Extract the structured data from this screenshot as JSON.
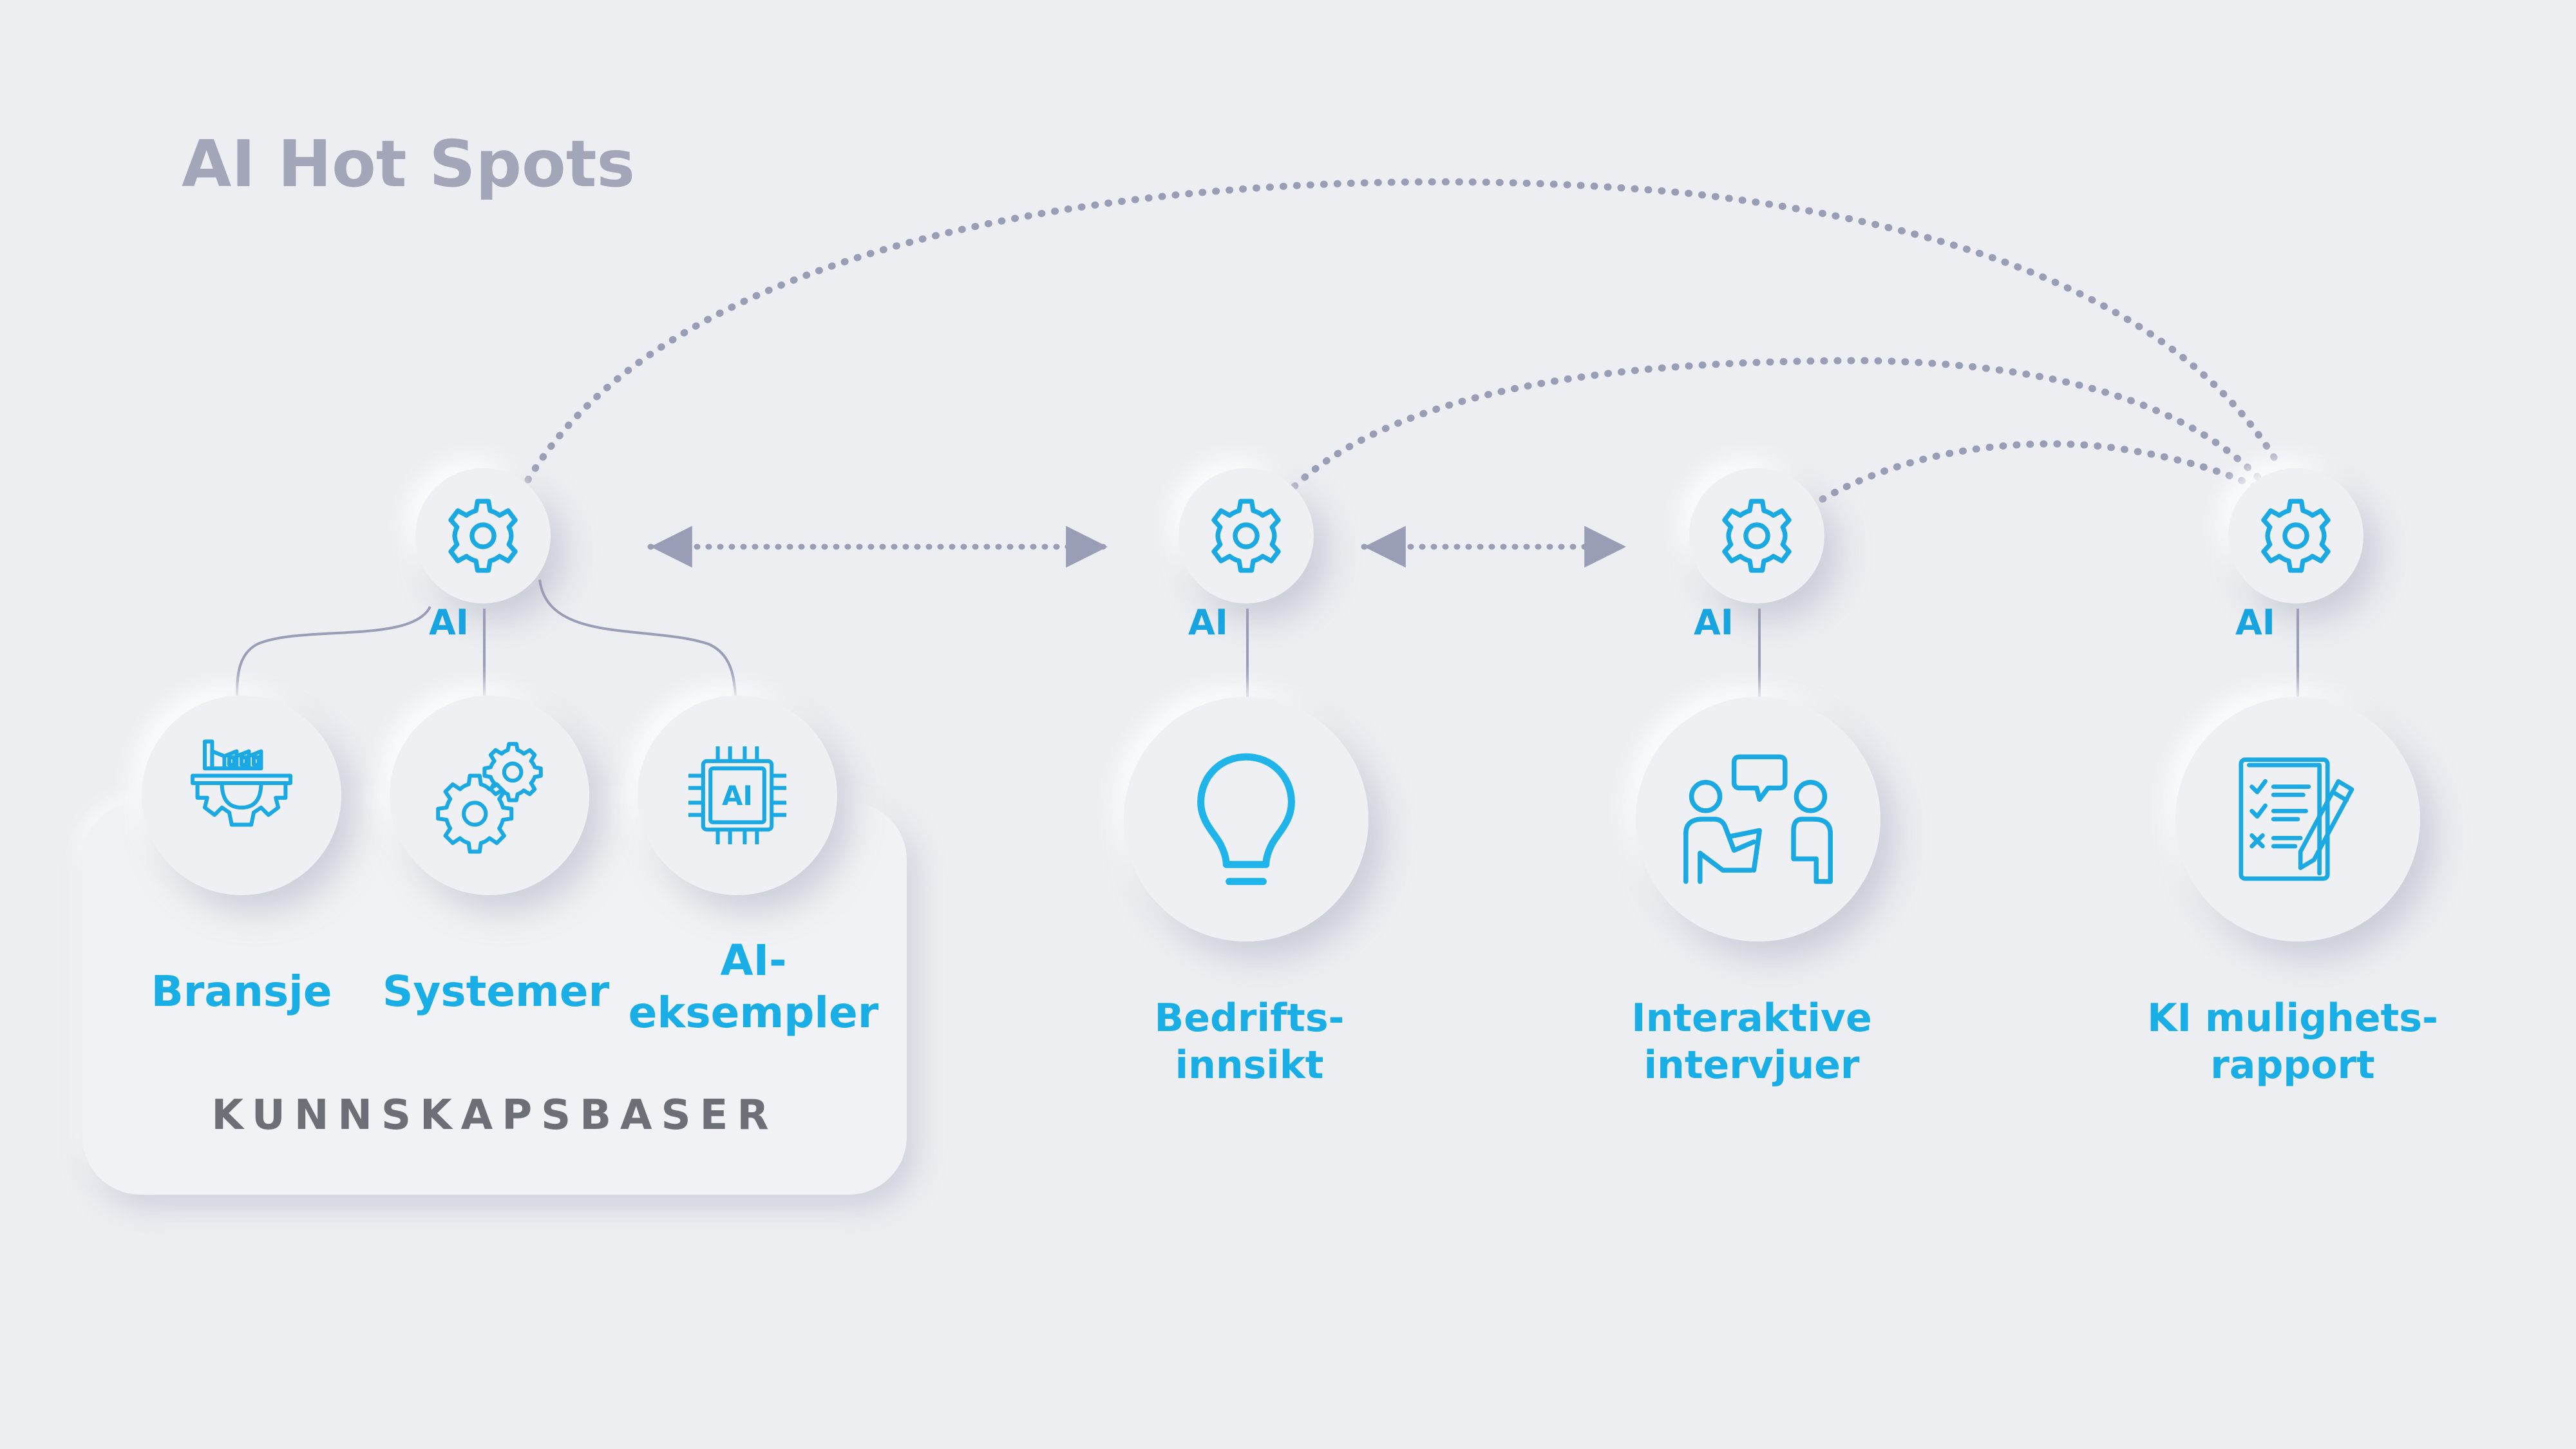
{
  "title": "AI Hot Spots",
  "colors": {
    "accent": "#19aee6",
    "connector": "#9a9db6",
    "background": "#eceef2"
  },
  "ai_tag": "AI",
  "knowledge_base": {
    "label": "KUNNSKAPSBASER",
    "items": [
      {
        "label": "Bransje",
        "icon": "factory-gear-icon"
      },
      {
        "label": "Systemer",
        "icon": "gears-icon"
      },
      {
        "label_line1": "AI-",
        "label_line2": "eksempler",
        "icon": "ai-chip-icon"
      }
    ]
  },
  "hubs": [
    {
      "icon": "gear-icon",
      "tag": "AI"
    },
    {
      "icon": "gear-icon",
      "tag": "AI"
    },
    {
      "icon": "gear-icon",
      "tag": "AI"
    },
    {
      "icon": "gear-icon",
      "tag": "AI"
    }
  ],
  "stages": [
    {
      "line1": "Bedrifts-",
      "line2": "innsikt",
      "icon": "lightbulb-icon"
    },
    {
      "line1": "Interaktive",
      "line2": "intervjuer",
      "icon": "interview-icon"
    },
    {
      "line1": "KI mulighets-",
      "line2": "rapport",
      "icon": "report-checklist-icon"
    }
  ]
}
